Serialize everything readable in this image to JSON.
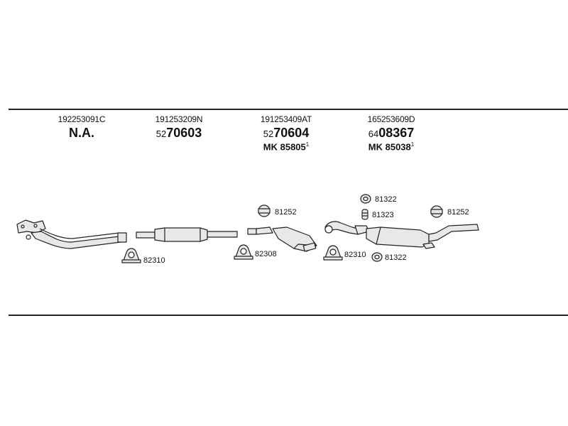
{
  "columns": [
    {
      "oem": "192253091C",
      "article_na": "N.A."
    },
    {
      "oem": "191253209N",
      "article_prefix": "52",
      "article_main": "70603"
    },
    {
      "oem": "191253409AT",
      "article_prefix": "52",
      "article_main": "70604",
      "mk_label": "MK",
      "mk_number": "85805",
      "mk_sup": "1"
    },
    {
      "oem": "165253609D",
      "article_prefix": "64",
      "article_main": "08367",
      "mk_label": "MK",
      "mk_number": "85038",
      "mk_sup": "1"
    }
  ],
  "parts": {
    "clamp_1": "82310",
    "mount_1": "81252",
    "clamp_2": "82308",
    "clamp_3": "82310",
    "ring_top": "81322",
    "bush": "81323",
    "mount_2": "81252",
    "ring_bottom": "81322"
  },
  "colors": {
    "line": "#222222",
    "part_fill": "#e8e8e8",
    "part_stroke": "#222222"
  }
}
